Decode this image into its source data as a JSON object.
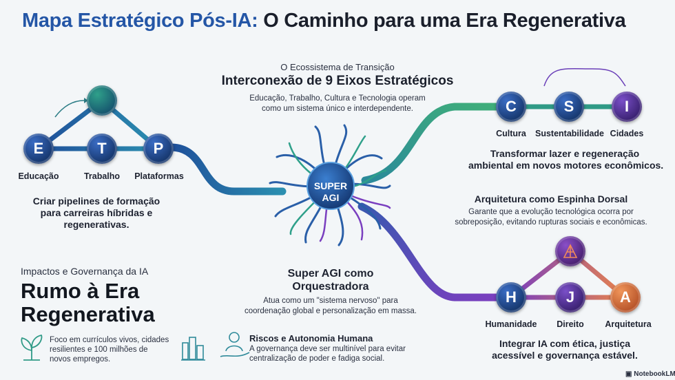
{
  "title_part1": "Mapa Estratégico Pós-IA:",
  "title_part2": "O Caminho para uma Era Regenerativa",
  "center_top": {
    "kicker": "O Ecossistema de Transição",
    "heading": "Interconexão de 9 Eixos Estratégicos",
    "desc_line1": "Educação, Trabalho, Cultura e Tecnologia operam",
    "desc_line2": "como um sistema único e interdependente."
  },
  "hub": {
    "line1": "SUPER",
    "line2": "AGI"
  },
  "left_cluster": {
    "nodes": [
      {
        "letter": "E",
        "label": "Educação"
      },
      {
        "letter": "T",
        "label": "Trabalho"
      },
      {
        "letter": "P",
        "label": "Plataformas"
      }
    ],
    "desc_line1": "Criar pipelines de formação",
    "desc_line2": "para carreiras híbridas e",
    "desc_line3": "regenerativas."
  },
  "right_top_cluster": {
    "nodes": [
      {
        "letter": "C",
        "label": "Cultura"
      },
      {
        "letter": "S",
        "label": "Sustentabilidade"
      },
      {
        "letter": "I",
        "label": "Cidades"
      }
    ],
    "desc_line1": "Transformar lazer e regeneração",
    "desc_line2": "ambiental em novos motores econômicos."
  },
  "architecture": {
    "heading": "Arquitetura como Espinha Dorsal",
    "desc_line1": "Garante que a evolução tecnológica ocorra por",
    "desc_line2": "sobreposição, evitando rupturas sociais e econômicas."
  },
  "right_bottom_cluster": {
    "nodes": [
      {
        "letter": "H",
        "label": "Humanidade"
      },
      {
        "letter": "J",
        "label": "Direito"
      },
      {
        "letter": "A",
        "label": "Arquitetura"
      }
    ],
    "desc_line1": "Integrar IA com ética, justiça",
    "desc_line2": "acessível e governança estável."
  },
  "orchestrator": {
    "heading_line1": "Super AGI como",
    "heading_line2": "Orquestradora",
    "desc_line1": "Atua como um \"sistema nervoso\" para",
    "desc_line2": "coordenação global e personalização em massa."
  },
  "impacts": {
    "kicker": "Impactos e Governança da IA",
    "heading_line1": "Rumo à Era",
    "heading_line2": "Regenerativa",
    "focus_line1": "Foco em currículos vivos, cidades",
    "focus_line2": "resilientes e 100 milhões de",
    "focus_line3": "novos empregos.",
    "risk_heading": "Riscos e Autonomia Humana",
    "risk_line1": "A governança deve ser multinível para evitar",
    "risk_line2": "centralização de poder e fadiga social."
  },
  "watermark": "NotebookLM",
  "colors": {
    "blue": "#2456a6",
    "teal": "#2fa08a",
    "purple": "#6a3fb8",
    "orange": "#e0804a"
  }
}
